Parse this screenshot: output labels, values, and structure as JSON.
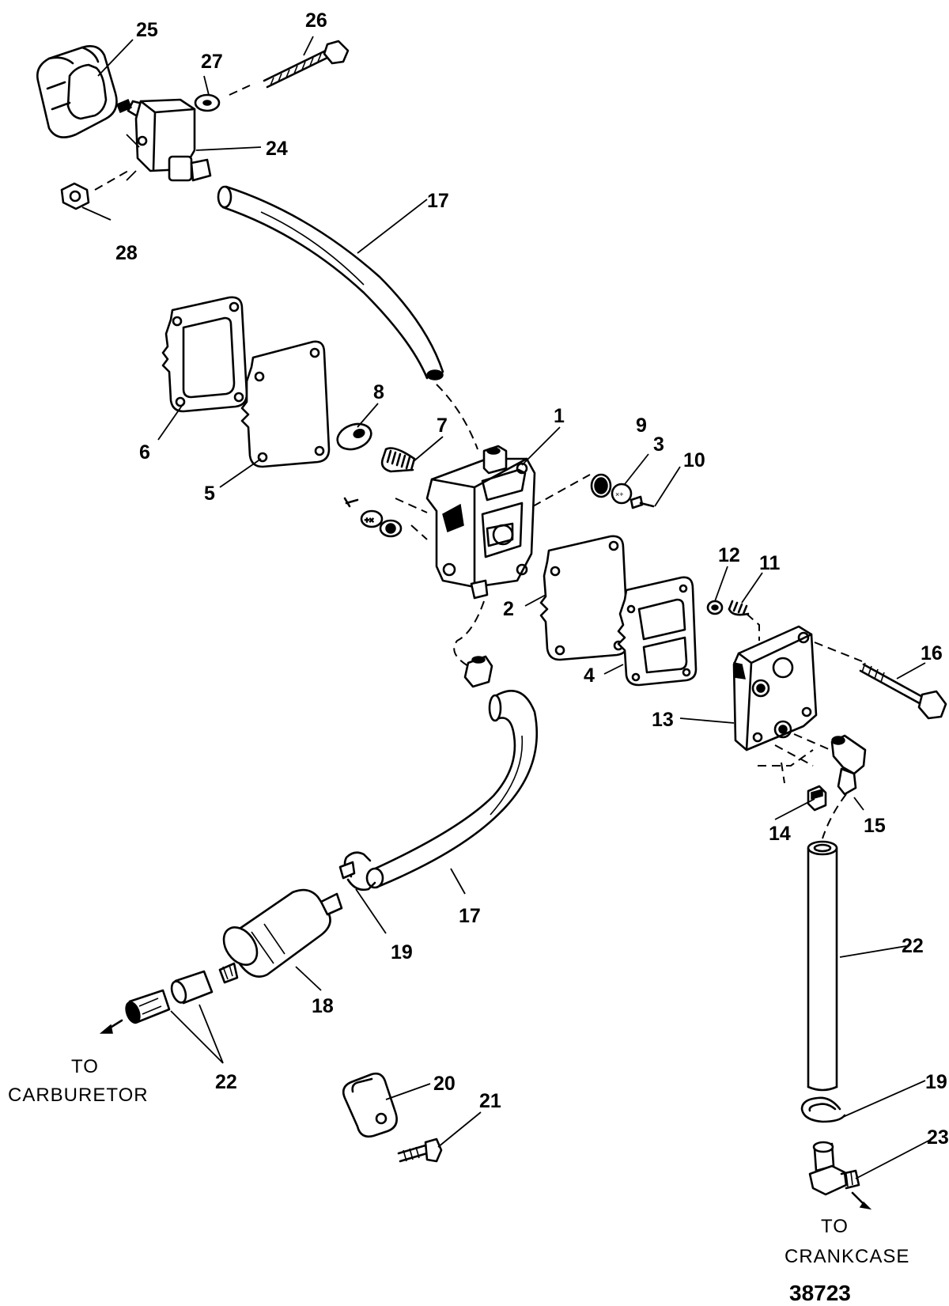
{
  "callouts": {
    "n1": "1",
    "n2": "2",
    "n3": "3",
    "n4": "4",
    "n5": "5",
    "n6": "6",
    "n7": "7",
    "n8": "8",
    "n9": "9",
    "n10": "10",
    "n11": "11",
    "n12": "12",
    "n13": "13",
    "n14": "14",
    "n15": "15",
    "n16": "16",
    "n17a": "17",
    "n17b": "17",
    "n18": "18",
    "n19a": "19",
    "n19b": "19",
    "n20": "20",
    "n21": "21",
    "n22a": "22",
    "n22b": "22",
    "n23": "23",
    "n24": "24",
    "n25": "25",
    "n26": "26",
    "n27": "27",
    "n28": "28"
  },
  "destinations": {
    "carb_line1": "TO",
    "carb_line2": "CARBURETOR",
    "crank_line1": "TO",
    "crank_line2": "CRANKCASE"
  },
  "reference_number": "38723"
}
